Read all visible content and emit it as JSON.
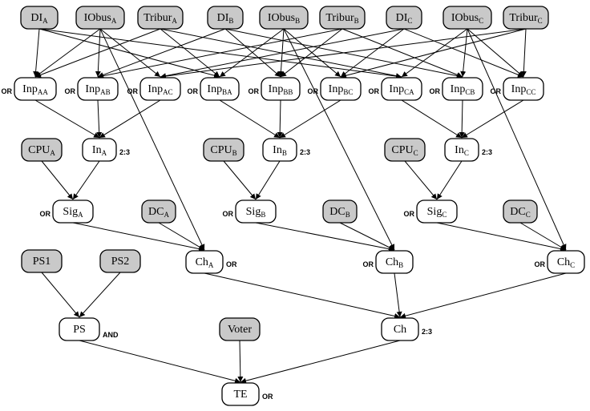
{
  "nodes": [
    {
      "id": "DIA",
      "main": "DI",
      "sub": "A",
      "kind": "basic"
    },
    {
      "id": "IObusA",
      "main": "IObus",
      "sub": "A",
      "kind": "basic"
    },
    {
      "id": "TriburA",
      "main": "Tribur",
      "sub": "A",
      "kind": "basic"
    },
    {
      "id": "DIB",
      "main": "DI",
      "sub": "B",
      "kind": "basic"
    },
    {
      "id": "IObusB",
      "main": "IObus",
      "sub": "B",
      "kind": "basic"
    },
    {
      "id": "TriburB",
      "main": "Tribur",
      "sub": "B",
      "kind": "basic"
    },
    {
      "id": "DIC",
      "main": "DI",
      "sub": "C",
      "kind": "basic"
    },
    {
      "id": "IObusC",
      "main": "IObus",
      "sub": "C",
      "kind": "basic"
    },
    {
      "id": "TriburC",
      "main": "Tribur",
      "sub": "C",
      "kind": "basic"
    },
    {
      "id": "InpAA",
      "main": "Inp",
      "sub": "AA",
      "kind": "gate",
      "gate": "OR"
    },
    {
      "id": "InpAB",
      "main": "Inp",
      "sub": "AB",
      "kind": "gate",
      "gate": "OR"
    },
    {
      "id": "InpAC",
      "main": "Inp",
      "sub": "AC",
      "kind": "gate",
      "gate": "OR"
    },
    {
      "id": "InpBA",
      "main": "Inp",
      "sub": "BA",
      "kind": "gate",
      "gate": "OR"
    },
    {
      "id": "InpBB",
      "main": "Inp",
      "sub": "BB",
      "kind": "gate",
      "gate": "OR"
    },
    {
      "id": "InpBC",
      "main": "Inp",
      "sub": "BC",
      "kind": "gate",
      "gate": "OR"
    },
    {
      "id": "InpCA",
      "main": "Inp",
      "sub": "CA",
      "kind": "gate",
      "gate": "OR"
    },
    {
      "id": "InpCB",
      "main": "Inp",
      "sub": "CB",
      "kind": "gate",
      "gate": "OR"
    },
    {
      "id": "InpCC",
      "main": "Inp",
      "sub": "CC",
      "kind": "gate",
      "gate": "OR"
    },
    {
      "id": "CPUA",
      "main": "CPU",
      "sub": "A",
      "kind": "basic"
    },
    {
      "id": "InA",
      "main": "In",
      "sub": "A",
      "kind": "gate",
      "gate": "2:3"
    },
    {
      "id": "CPUB",
      "main": "CPU",
      "sub": "B",
      "kind": "basic"
    },
    {
      "id": "InB",
      "main": "In",
      "sub": "B",
      "kind": "gate",
      "gate": "2:3"
    },
    {
      "id": "CPUC",
      "main": "CPU",
      "sub": "C",
      "kind": "basic"
    },
    {
      "id": "InC",
      "main": "In",
      "sub": "C",
      "kind": "gate",
      "gate": "2:3"
    },
    {
      "id": "SigA",
      "main": "Sig",
      "sub": "A",
      "kind": "gate",
      "gate": "OR"
    },
    {
      "id": "DCA",
      "main": "DC",
      "sub": "A",
      "kind": "basic"
    },
    {
      "id": "SigB",
      "main": "Sig",
      "sub": "B",
      "kind": "gate",
      "gate": "OR"
    },
    {
      "id": "DCB",
      "main": "DC",
      "sub": "B",
      "kind": "basic"
    },
    {
      "id": "SigC",
      "main": "Sig",
      "sub": "C",
      "kind": "gate",
      "gate": "OR"
    },
    {
      "id": "DCC",
      "main": "DC",
      "sub": "C",
      "kind": "basic"
    },
    {
      "id": "PS1",
      "main": "PS1",
      "sub": "",
      "kind": "basic"
    },
    {
      "id": "PS2",
      "main": "PS2",
      "sub": "",
      "kind": "basic"
    },
    {
      "id": "ChA",
      "main": "Ch",
      "sub": "A",
      "kind": "gate",
      "gate": "OR"
    },
    {
      "id": "ChB",
      "main": "Ch",
      "sub": "B",
      "kind": "gate",
      "gate": "OR"
    },
    {
      "id": "ChC",
      "main": "Ch",
      "sub": "C",
      "kind": "gate",
      "gate": "OR"
    },
    {
      "id": "PS",
      "main": "PS",
      "sub": "",
      "kind": "gate",
      "gate": "AND"
    },
    {
      "id": "Voter",
      "main": "Voter",
      "sub": "",
      "kind": "basic"
    },
    {
      "id": "Ch",
      "main": "Ch",
      "sub": "",
      "kind": "gate",
      "gate": "2:3"
    },
    {
      "id": "TE",
      "main": "TE",
      "sub": "",
      "kind": "gate",
      "gate": "OR"
    }
  ],
  "edges": [
    [
      "DIA",
      "InpAA"
    ],
    [
      "DIA",
      "InpBA"
    ],
    [
      "DIA",
      "InpCA"
    ],
    [
      "IObusA",
      "InpAA"
    ],
    [
      "IObusA",
      "InpAB"
    ],
    [
      "IObusA",
      "InpAC"
    ],
    [
      "IObusA",
      "ChA"
    ],
    [
      "TriburA",
      "InpAA"
    ],
    [
      "TriburA",
      "InpBA"
    ],
    [
      "TriburA",
      "InpCA"
    ],
    [
      "DIB",
      "InpAB"
    ],
    [
      "DIB",
      "InpBB"
    ],
    [
      "DIB",
      "InpCB"
    ],
    [
      "IObusB",
      "InpBA"
    ],
    [
      "IObusB",
      "InpBB"
    ],
    [
      "IObusB",
      "InpBC"
    ],
    [
      "IObusB",
      "ChB"
    ],
    [
      "TriburB",
      "InpAB"
    ],
    [
      "TriburB",
      "InpBB"
    ],
    [
      "TriburB",
      "InpCB"
    ],
    [
      "DIC",
      "InpAC"
    ],
    [
      "DIC",
      "InpBC"
    ],
    [
      "DIC",
      "InpCC"
    ],
    [
      "IObusC",
      "InpCA"
    ],
    [
      "IObusC",
      "InpCB"
    ],
    [
      "IObusC",
      "InpCC"
    ],
    [
      "IObusC",
      "ChC"
    ],
    [
      "TriburC",
      "InpAC"
    ],
    [
      "TriburC",
      "InpBC"
    ],
    [
      "TriburC",
      "InpCC"
    ],
    [
      "InpAA",
      "InA"
    ],
    [
      "InpAB",
      "InA"
    ],
    [
      "InpAC",
      "InA"
    ],
    [
      "InpBA",
      "InB"
    ],
    [
      "InpBB",
      "InB"
    ],
    [
      "InpBC",
      "InB"
    ],
    [
      "InpCA",
      "InC"
    ],
    [
      "InpCB",
      "InC"
    ],
    [
      "InpCC",
      "InC"
    ],
    [
      "CPUA",
      "SigA"
    ],
    [
      "InA",
      "SigA"
    ],
    [
      "CPUB",
      "SigB"
    ],
    [
      "InB",
      "SigB"
    ],
    [
      "CPUC",
      "SigC"
    ],
    [
      "InC",
      "SigC"
    ],
    [
      "SigA",
      "ChA"
    ],
    [
      "DCA",
      "ChA"
    ],
    [
      "SigB",
      "ChB"
    ],
    [
      "DCB",
      "ChB"
    ],
    [
      "SigC",
      "ChC"
    ],
    [
      "DCC",
      "ChC"
    ],
    [
      "PS1",
      "PS"
    ],
    [
      "PS2",
      "PS"
    ],
    [
      "ChA",
      "Ch"
    ],
    [
      "ChB",
      "Ch"
    ],
    [
      "ChC",
      "Ch"
    ],
    [
      "PS",
      "TE"
    ],
    [
      "Voter",
      "TE"
    ],
    [
      "Ch",
      "TE"
    ]
  ]
}
